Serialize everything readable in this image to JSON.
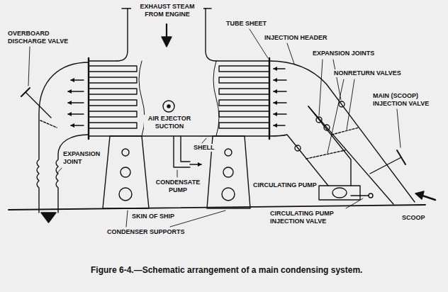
{
  "diagram": {
    "caption": "Figure 6-4.—Schematic arrangement of a main condensing system.",
    "labels": [
      "EXHAUST STEAM FROM ENGINE",
      "OVERBOARD DISCHARGE VALVE",
      "TUBE SHEET",
      "INJECTION HEADER",
      "EXPANSION JOINTS",
      "NONRETURN VALVES",
      "MAIN (SCOOP) INJECTION VALVE",
      "EXPANSION JOINT",
      "AIR EJECTOR SUCTION",
      "SHELL",
      "CONDENSATE PUMP",
      "CIRCULATING PUMP",
      "CIRCULATING PUMP INJECTION VALVE",
      "SCOOP",
      "SKIN OF SHIP",
      "CONDENSER SUPPORTS"
    ]
  }
}
